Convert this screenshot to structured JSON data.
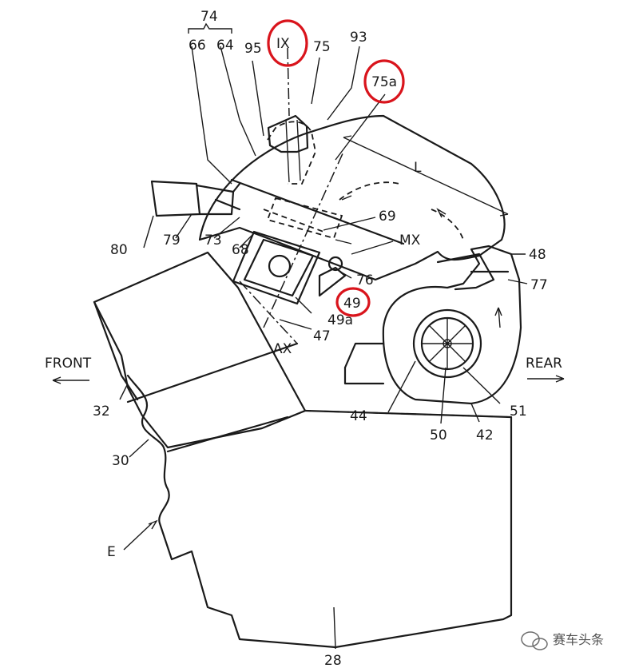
{
  "labels": {
    "l74": "74",
    "l66": "66",
    "l64": "64",
    "l95": "95",
    "l1x": "IX",
    "l75": "75",
    "l93": "93",
    "l75a": "75a",
    "l69": "69",
    "lL": "L",
    "l80": "80",
    "l79": "79",
    "l73": "73",
    "l68": "68",
    "lmx": "MX",
    "l48": "48",
    "l77": "77",
    "l76": "76",
    "l49": "49",
    "l49a": "49a",
    "l47": "47",
    "lax": "AX",
    "lfront": "FRONT",
    "lrear": "REAR",
    "l32": "32",
    "l44": "44",
    "l51": "51",
    "l50": "50",
    "l42": "42",
    "l30": "30",
    "le": "E",
    "l28": "28"
  },
  "highlight_color": "#d9141c",
  "watermark": {
    "text": "赛车头条",
    "icon": "wechat-icon"
  }
}
